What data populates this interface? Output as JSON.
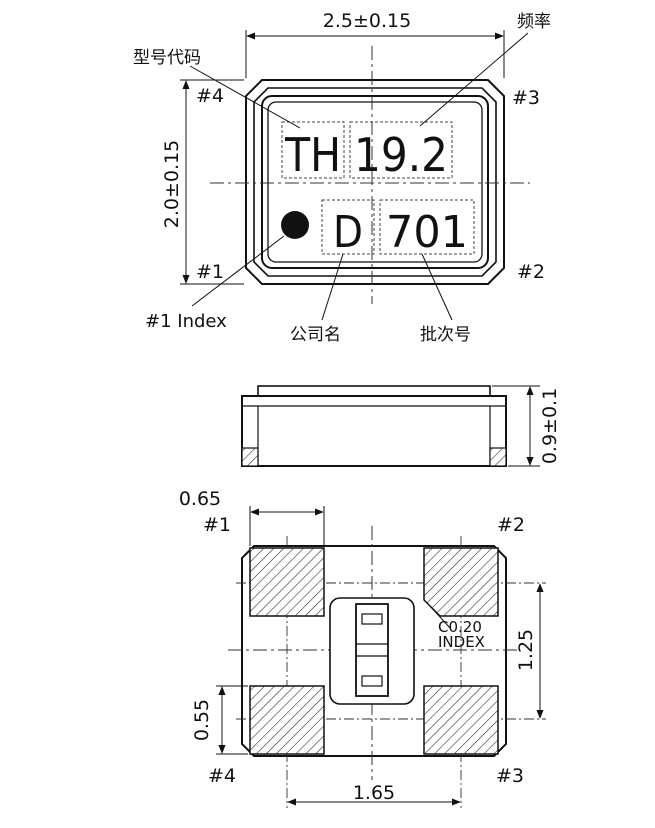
{
  "top_view": {
    "width_dim": "2.5±0.15",
    "height_dim": "2.0±0.15",
    "callout_frequency": "频率",
    "callout_model_code": "型号代码",
    "callout_index": "#1 Index",
    "callout_company": "公司名",
    "callout_lot": "批次号",
    "pin1": "#1",
    "pin2": "#2",
    "pin3": "#3",
    "pin4": "#4",
    "marking_model": "TH",
    "marking_freq": "19.2",
    "marking_company": "D",
    "marking_lot": "701"
  },
  "side_view": {
    "height_dim": "0.9±0.1"
  },
  "bottom_view": {
    "pad_width_dim": "0.65",
    "pad_height_dim": "0.55",
    "pitch_y_dim": "1.25",
    "pitch_x_dim": "1.65",
    "chamfer_label": "C0.20",
    "index_label": "INDEX",
    "pin1": "#1",
    "pin2": "#2",
    "pin3": "#3",
    "pin4": "#4"
  }
}
